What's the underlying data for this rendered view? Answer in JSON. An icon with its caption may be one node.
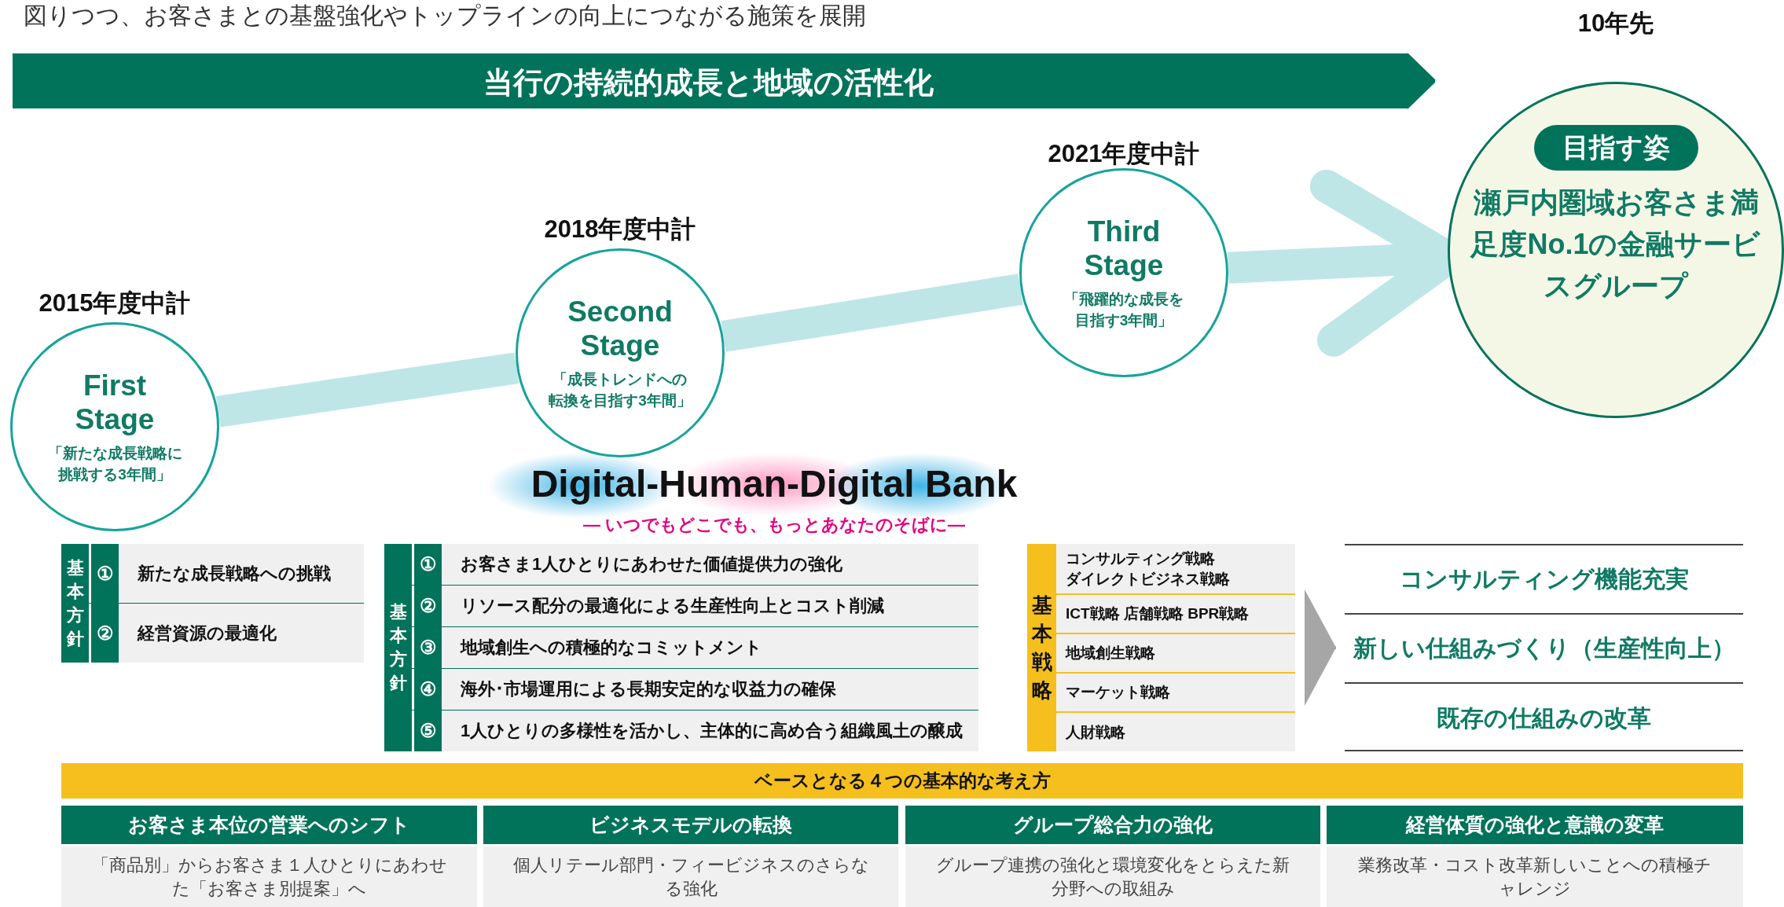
{
  "diagram": {
    "nodes": [
      {
        "text": [
          "当行の持続的成長と地域の活性化"
        ]
      },
      {
        "text": [
          "First Stage",
          "「新たな成長戦略に挑戦する3年間」"
        ],
        "beside": [
          "2015年度中計"
        ]
      },
      {
        "text": [
          "Second Stage",
          "「成長トレンドへの転換を目指す3年間」"
        ],
        "beside": [
          "2018年度中計"
        ]
      },
      {
        "text": [
          "Third Stage",
          "「飛躍的な成長を目指す3年間」"
        ],
        "beside": [
          "2021年度中計"
        ]
      },
      {
        "text": [
          "目指す姿",
          "瀬戸内圏域お客さま満足度No.1の金融サービスグループ"
        ],
        "beside": [
          "10年先"
        ]
      },
      {
        "text": [
          "基本方針"
        ]
      },
      {
        "text": [
          "①",
          "新たな成長戦略への挑戦"
        ],
        "in": 5
      },
      {
        "text": [
          "②",
          "経営資源の最適化"
        ],
        "in": 5
      },
      {
        "text": [
          "基本方針"
        ]
      },
      {
        "text": [
          "①",
          "お客さま1人ひとりにあわせた価値提供力の強化"
        ],
        "in": 8
      },
      {
        "text": [
          "②",
          "リソース配分の最適化による生産性向上とコスト削減"
        ],
        "in": 8
      },
      {
        "text": [
          "③",
          "地域創生への積極的なコミットメント"
        ],
        "in": 8
      },
      {
        "text": [
          "④",
          "海外･市場運用による長期安定的な収益力の確保"
        ],
        "in": 8
      },
      {
        "text": [
          "⑤",
          "1人ひとりの多様性を活かし、主体的に高め合う組織風土の醸成"
        ],
        "in": 8
      },
      {
        "text": [
          "基本戦略"
        ]
      },
      {
        "text": [
          "コンサルティング戦略",
          "ダイレクトビジネス戦略"
        ],
        "in": 14
      },
      {
        "text": [
          "ICT戦略 店舗戦略 BPR戦略"
        ],
        "in": 14
      },
      {
        "text": [
          "地域創生戦略"
        ],
        "in": 14
      },
      {
        "text": [
          "マーケット戦略"
        ],
        "in": 14
      },
      {
        "text": [
          "人財戦略"
        ],
        "in": 14
      },
      {
        "text": [],
        "shape": "box"
      },
      {
        "text": [
          "コンサルティング機能充実"
        ],
        "in": 20
      },
      {
        "text": [
          "新しい仕組みづくり（生産性向上）"
        ],
        "in": 20
      },
      {
        "text": [
          "既存の仕組みの改革"
        ],
        "in": 20
      },
      {
        "text": [
          "ベースとなる４つの基本的な考え方"
        ]
      },
      {
        "text": [
          "お客さま本位の営業へのシフト",
          "「商品別」からお客さま１人ひとりにあわせた「お客さま別提案」へ"
        ]
      },
      {
        "text": [
          "ビジネスモデルの転換",
          "個人リテール部門・フィービジネスのさらなる強化"
        ]
      },
      {
        "text": [
          "グループ総合力の強化",
          "グループ連携の強化と環境変化をとらえた新分野への取組み"
        ]
      },
      {
        "text": [
          "経営体質の強化と意識の変革",
          "業務改革・コスト改革新しいことへの積極チャレンジ"
        ]
      }
    ],
    "edges": [
      {
        "from": 1,
        "to": 2,
        "arrow": "none"
      },
      {
        "from": 2,
        "to": 3,
        "arrow": "none"
      },
      {
        "from": 3,
        "to": 4,
        "arrow": "to"
      },
      {
        "from": 14,
        "to": 20,
        "arrow": "to",
        "color": "#a6a6a6"
      }
    ],
    "labels": [
      "図りつつ、お客さまとの基盤強化やトップラインの向上につながる施策を展開",
      "Digital-Human-Digital Bank",
      "— いつでもどこでも、もっとあなたのそばに—"
    ]
  }
}
